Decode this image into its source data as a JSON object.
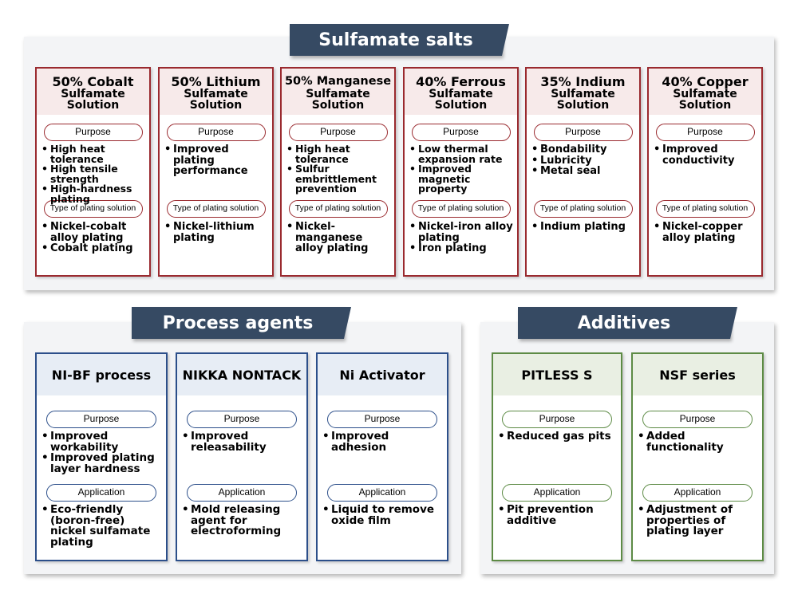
{
  "sulfamate": {
    "title": "Sulfamate salts",
    "cards": [
      {
        "title1": "50% Cobalt",
        "title2": "Sulfamate",
        "title3": "Solution",
        "purpose_label": "Purpose",
        "purpose": [
          "High heat tolerance",
          "High tensile strength",
          "High-hardness plating"
        ],
        "type_label": "Type of plating solution",
        "types": [
          "Nickel-cobalt alloy plating",
          "Cobalt plating"
        ]
      },
      {
        "title1": "50% Lithium",
        "title2": "Sulfamate",
        "title3": "Solution",
        "purpose_label": "Purpose",
        "purpose": [
          "Improved plating performance"
        ],
        "type_label": "Type of plating solution",
        "types": [
          "Nickel-lithium plating"
        ]
      },
      {
        "title1": "50% Manganese",
        "title2": "Sulfamate",
        "title3": "Solution",
        "purpose_label": "Purpose",
        "purpose": [
          "High heat tolerance",
          "Sulfur embrittlement prevention"
        ],
        "type_label": "Type of plating solution",
        "types": [
          "Nickel-manganese alloy plating"
        ]
      },
      {
        "title1": "40% Ferrous",
        "title2": "Sulfamate",
        "title3": "Solution",
        "purpose_label": "Purpose",
        "purpose": [
          "Low thermal expansion rate",
          "Improved magnetic property"
        ],
        "type_label": "Type of plating solution",
        "types": [
          "Nickel-iron alloy plating",
          "Iron plating"
        ]
      },
      {
        "title1": "35% Indium",
        "title2": "Sulfamate",
        "title3": "Solution",
        "purpose_label": "Purpose",
        "purpose": [
          "Bondability",
          "Lubricity",
          "Metal seal"
        ],
        "type_label": "Type of plating solution",
        "types": [
          "Indium plating"
        ]
      },
      {
        "title1": "40% Copper",
        "title2": "Sulfamate",
        "title3": "Solution",
        "purpose_label": "Purpose",
        "purpose": [
          "Improved conductivity"
        ],
        "type_label": "Type of plating solution",
        "types": [
          "Nickel-copper alloy plating"
        ]
      }
    ]
  },
  "process": {
    "title": "Process agents",
    "cards": [
      {
        "title": "NI-BF process",
        "purpose_label": "Purpose",
        "purpose": [
          "Improved workability",
          "Improved plating layer hardness"
        ],
        "app_label": "Application",
        "application": [
          "Eco-friendly (boron-free) nickel sulfamate plating"
        ]
      },
      {
        "title": "NIKKA NONTACK",
        "purpose_label": "Purpose",
        "purpose": [
          "Improved releasability"
        ],
        "app_label": "Application",
        "application": [
          "Mold releasing agent for electroforming"
        ]
      },
      {
        "title": "Ni Activator",
        "purpose_label": "Purpose",
        "purpose": [
          "Improved adhesion"
        ],
        "app_label": "Application",
        "application": [
          "Liquid to remove oxide film"
        ]
      }
    ]
  },
  "additives": {
    "title": "Additives",
    "cards": [
      {
        "title": "PITLESS S",
        "purpose_label": "Purpose",
        "purpose": [
          "Reduced gas pits"
        ],
        "app_label": "Application",
        "application": [
          "Pit prevention additive"
        ]
      },
      {
        "title": "NSF series",
        "purpose_label": "Purpose",
        "purpose": [
          "Added functionality"
        ],
        "app_label": "Application",
        "application": [
          "Adjustment of properties of plating layer"
        ]
      }
    ]
  },
  "colors": {
    "title_bar": "#364a63",
    "sulfamate_border": "#9a2a2f",
    "process_border": "#2c4f8a",
    "additives_border": "#5d8b45"
  }
}
